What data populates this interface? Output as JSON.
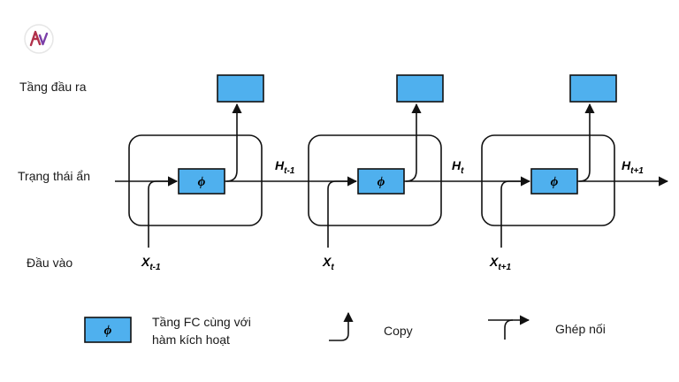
{
  "labels": {
    "output_layer": "Tầng đầu ra",
    "hidden_state": "Trạng thái ẩn",
    "input": "Đầu vào"
  },
  "phi_symbol": "ϕ",
  "steps": [
    {
      "input_base": "X",
      "input_sub": "t-1",
      "state_base": "H",
      "state_sub": "t-1"
    },
    {
      "input_base": "X",
      "input_sub": "t",
      "state_base": "H",
      "state_sub": "t"
    },
    {
      "input_base": "X",
      "input_sub": "t+1",
      "state_base": "H",
      "state_sub": "t+1"
    }
  ],
  "legend": {
    "fc_line1": "Tầng FC cùng với",
    "fc_line2": "hàm kích hoạt",
    "copy": "Copy",
    "concat": "Ghép nối"
  },
  "colors": {
    "box_fill": "#4fb0ee",
    "stroke": "#111111",
    "logo": "#b0304a"
  },
  "icons": {
    "logo": "brand-logo-icon"
  }
}
